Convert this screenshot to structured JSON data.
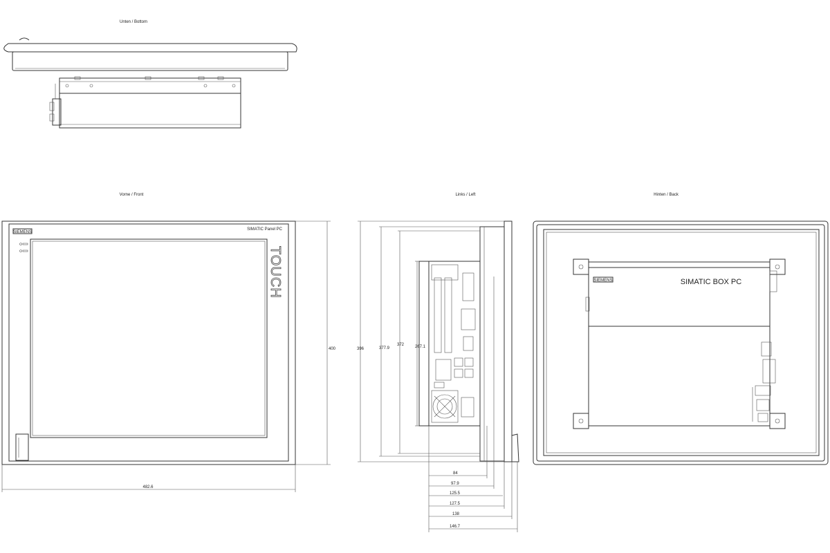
{
  "views": {
    "bottom_label": "Unten / Bottom",
    "front_label": "Vorne / Front",
    "left_label": "Links / Left",
    "back_label": "Hinten / Back"
  },
  "front": {
    "brand_badge": "SIEMENS",
    "product_label": "SIMATIC Panel PC",
    "touch_label": "TOUCH",
    "height_dim": "400",
    "width_dim": "482.6"
  },
  "left": {
    "dims_vertical": [
      "396",
      "377.9",
      "372",
      "267.1"
    ],
    "dims_horizontal": [
      "84",
      "97.9",
      "125.5",
      "127.5",
      "138",
      "146.7"
    ]
  },
  "back": {
    "brand_badge": "SIEMENS",
    "product_label": "SIMATIC BOX PC"
  }
}
